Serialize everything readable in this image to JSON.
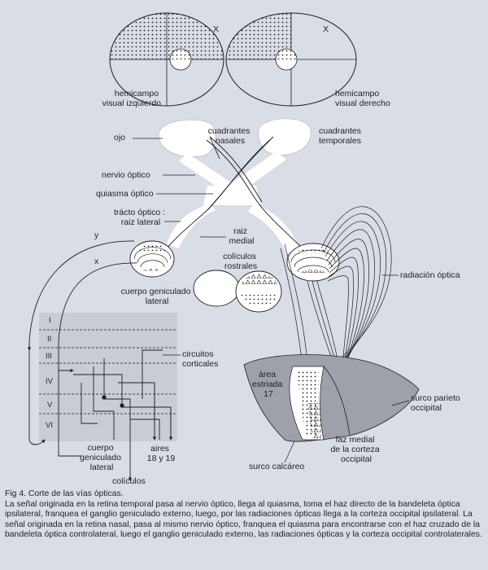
{
  "labels": {
    "x_mark": "X",
    "hemicampo_izq": [
      "hemicampo",
      "visual izquierdo"
    ],
    "hemicampo_der": [
      "hemicampo",
      "visual derecho"
    ],
    "ojo": "ojo",
    "cuadrantes_nasales": [
      "cuadrantes",
      "nasales"
    ],
    "cuadrantes_temporales": [
      "cuadrantes",
      "temporales"
    ],
    "nervio_optico": "nervio óptico",
    "quiasma_optico": "quiasma óptico",
    "tracto_optico": [
      "trácto óptico :",
      "raiz lateral"
    ],
    "raiz_medial": [
      "raiz",
      "medial"
    ],
    "coliculos_rostrales": [
      "colículos",
      "rostrales"
    ],
    "y_fiber": "y",
    "x_fiber": "x",
    "radiacion_optica": "radiación óptica",
    "cuerpo_geniculado_lateral": [
      "cuerpo geniculado",
      "lateral"
    ],
    "capas": [
      "I",
      "II",
      "III",
      "IV",
      "V",
      "VI"
    ],
    "circuitos_corticales": [
      "circuitos",
      "corticales"
    ],
    "area_estriada": [
      "área",
      "estriada",
      "17"
    ],
    "surco_parieto_occipital": [
      "surco parieto",
      "occipital"
    ],
    "faz_medial": [
      "faz medial",
      "de la corteza",
      "occipital"
    ],
    "surco_calcareo": "surco calcáreo",
    "cuerpo_geniculado_bottom": [
      "cuerpo",
      "geniculado",
      "lateral"
    ],
    "aires": [
      "aires",
      "18 y 19"
    ],
    "coliculos": "colículos"
  },
  "caption": {
    "title": "Fig 4. Corte de las vías ópticas.",
    "body": "La señal originada en la retina temporal pasa al nervio óptico, llega al quiasma, toma el haz directo de la bandeleta óptica ipsilateral, franquea el ganglio geniculado externo, luego, por las radiaciones ópticas llega a la corteza occipital ipsilateral. La señal originada en la retina nasal, pasa al mismo nervio óptico, franquea el quiasma para encontrarse con el haz cruzado de la bandeleta óptica controlateral, luego el ganglio geniculado externo, las radiaciones ópticas y la corteza occipital controlaterales."
  },
  "colors": {
    "background": "#d9dde6",
    "structure": "#ffffff",
    "ink": "#1e1e24",
    "cortex_gray": "#9ea1aa",
    "layer_panel": "#c9ccd3"
  }
}
